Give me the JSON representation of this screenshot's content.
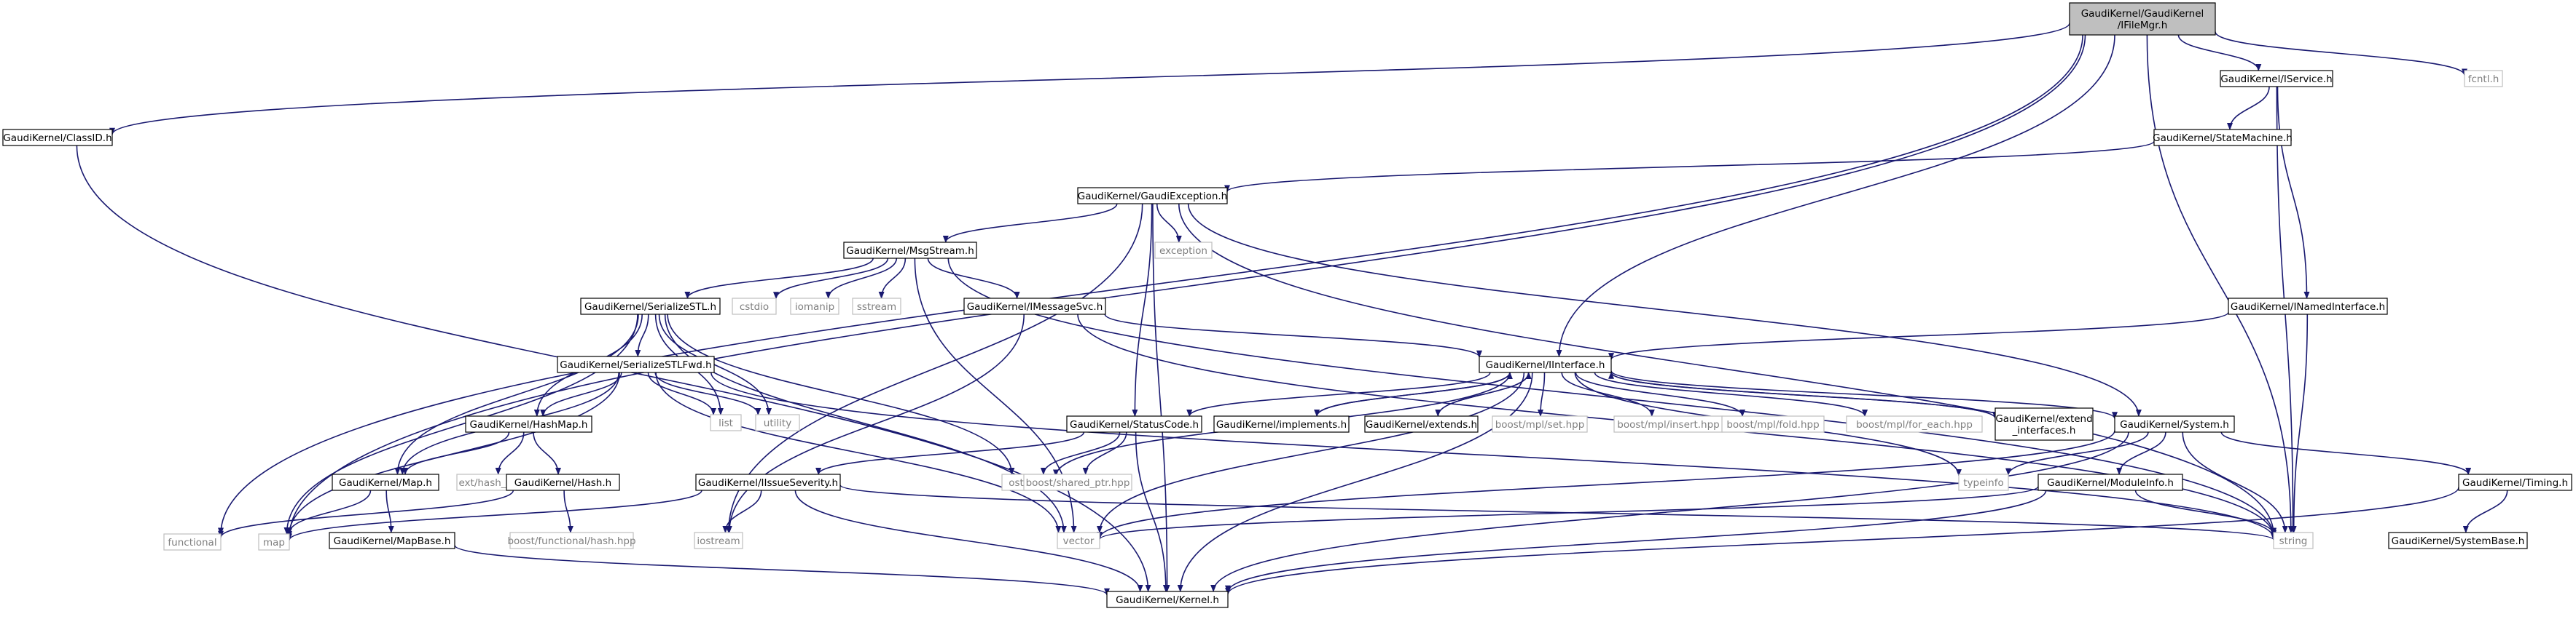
{
  "graph": {
    "nodes": [
      {
        "id": "root",
        "lines": [
          "GaudiKernel/GaudiKernel",
          "/IFileMgr.h"
        ],
        "kind": "root"
      },
      {
        "id": "classid",
        "lines": [
          "GaudiKernel/ClassID.h"
        ],
        "kind": "internal"
      },
      {
        "id": "functional",
        "lines": [
          "functional"
        ],
        "kind": "external"
      },
      {
        "id": "map",
        "lines": [
          "map"
        ],
        "kind": "external"
      },
      {
        "id": "iservice",
        "lines": [
          "GaudiKernel/IService.h"
        ],
        "kind": "internal"
      },
      {
        "id": "fcntl",
        "lines": [
          "fcntl.h"
        ],
        "kind": "external"
      },
      {
        "id": "statemachine",
        "lines": [
          "GaudiKernel/StateMachine.h"
        ],
        "kind": "internal"
      },
      {
        "id": "gaudiexception",
        "lines": [
          "GaudiKernel/GaudiException.h"
        ],
        "kind": "internal"
      },
      {
        "id": "exception",
        "lines": [
          "exception"
        ],
        "kind": "external"
      },
      {
        "id": "msgstream",
        "lines": [
          "GaudiKernel/MsgStream.h"
        ],
        "kind": "internal"
      },
      {
        "id": "inamedinterface",
        "lines": [
          "GaudiKernel/INamedInterface.h"
        ],
        "kind": "internal"
      },
      {
        "id": "serializestl",
        "lines": [
          "GaudiKernel/SerializeSTL.h"
        ],
        "kind": "internal"
      },
      {
        "id": "cstdio",
        "lines": [
          "cstdio"
        ],
        "kind": "external"
      },
      {
        "id": "iomanip",
        "lines": [
          "iomanip"
        ],
        "kind": "external"
      },
      {
        "id": "sstream",
        "lines": [
          "sstream"
        ],
        "kind": "external"
      },
      {
        "id": "imessagesvc",
        "lines": [
          "GaudiKernel/IMessageSvc.h"
        ],
        "kind": "internal"
      },
      {
        "id": "serializestlfwd",
        "lines": [
          "GaudiKernel/SerializeSTLFwd.h"
        ],
        "kind": "internal"
      },
      {
        "id": "iinterface",
        "lines": [
          "GaudiKernel/IInterface.h"
        ],
        "kind": "internal"
      },
      {
        "id": "list",
        "lines": [
          "list"
        ],
        "kind": "external"
      },
      {
        "id": "utility",
        "lines": [
          "utility"
        ],
        "kind": "external"
      },
      {
        "id": "hashmap",
        "lines": [
          "GaudiKernel/HashMap.h"
        ],
        "kind": "internal"
      },
      {
        "id": "statuscode",
        "lines": [
          "GaudiKernel/StatusCode.h"
        ],
        "kind": "internal"
      },
      {
        "id": "implements",
        "lines": [
          "GaudiKernel/implements.h"
        ],
        "kind": "internal"
      },
      {
        "id": "extends",
        "lines": [
          "GaudiKernel/extends.h"
        ],
        "kind": "internal"
      },
      {
        "id": "mplset",
        "lines": [
          "boost/mpl/set.hpp"
        ],
        "kind": "external"
      },
      {
        "id": "mplinsert",
        "lines": [
          "boost/mpl/insert.hpp"
        ],
        "kind": "external"
      },
      {
        "id": "mplfold",
        "lines": [
          "boost/mpl/fold.hpp"
        ],
        "kind": "external"
      },
      {
        "id": "mplforeach",
        "lines": [
          "boost/mpl/for_each.hpp"
        ],
        "kind": "external"
      },
      {
        "id": "extendinterfaces",
        "lines": [
          "GaudiKernel/extend",
          "_interfaces.h"
        ],
        "kind": "internal"
      },
      {
        "id": "system",
        "lines": [
          "GaudiKernel/System.h"
        ],
        "kind": "internal"
      },
      {
        "id": "map_h",
        "lines": [
          "GaudiKernel/Map.h"
        ],
        "kind": "internal"
      },
      {
        "id": "exthashmap",
        "lines": [
          "ext/hash_map"
        ],
        "kind": "external"
      },
      {
        "id": "hash_h",
        "lines": [
          "GaudiKernel/Hash.h"
        ],
        "kind": "internal"
      },
      {
        "id": "ostream",
        "lines": [
          "ostream"
        ],
        "kind": "external"
      },
      {
        "id": "sharedptr",
        "lines": [
          "boost/shared_ptr.hpp"
        ],
        "kind": "external"
      },
      {
        "id": "iissueseverity",
        "lines": [
          "GaudiKernel/IIssueSeverity.h"
        ],
        "kind": "internal"
      },
      {
        "id": "typeinfo",
        "lines": [
          "typeinfo"
        ],
        "kind": "external"
      },
      {
        "id": "moduleinfo",
        "lines": [
          "GaudiKernel/ModuleInfo.h"
        ],
        "kind": "internal"
      },
      {
        "id": "timing",
        "lines": [
          "GaudiKernel/Timing.h"
        ],
        "kind": "internal"
      },
      {
        "id": "string",
        "lines": [
          "string"
        ],
        "kind": "external"
      },
      {
        "id": "vector",
        "lines": [
          "vector"
        ],
        "kind": "external"
      },
      {
        "id": "iostream",
        "lines": [
          "iostream"
        ],
        "kind": "external"
      },
      {
        "id": "mapbase",
        "lines": [
          "GaudiKernel/MapBase.h"
        ],
        "kind": "internal"
      },
      {
        "id": "boosthash",
        "lines": [
          "boost/functional/hash.hpp"
        ],
        "kind": "external"
      },
      {
        "id": "systembase",
        "lines": [
          "GaudiKernel/SystemBase.h"
        ],
        "kind": "internal"
      },
      {
        "id": "kernel",
        "lines": [
          "GaudiKernel/Kernel.h"
        ],
        "kind": "internal"
      }
    ],
    "edges": [
      [
        "root",
        "classid"
      ],
      [
        "root",
        "functional"
      ],
      [
        "root",
        "map"
      ],
      [
        "root",
        "iservice"
      ],
      [
        "root",
        "fcntl"
      ],
      [
        "root",
        "string"
      ],
      [
        "root",
        "iinterface"
      ],
      [
        "classid",
        "kernel"
      ],
      [
        "iservice",
        "statemachine"
      ],
      [
        "iservice",
        "inamedinterface"
      ],
      [
        "iservice",
        "string"
      ],
      [
        "statemachine",
        "gaudiexception"
      ],
      [
        "gaudiexception",
        "exception"
      ],
      [
        "gaudiexception",
        "msgstream"
      ],
      [
        "gaudiexception",
        "statuscode"
      ],
      [
        "gaudiexception",
        "system"
      ],
      [
        "gaudiexception",
        "kernel"
      ],
      [
        "gaudiexception",
        "string"
      ],
      [
        "gaudiexception",
        "iostream"
      ],
      [
        "msgstream",
        "serializestl"
      ],
      [
        "msgstream",
        "cstdio"
      ],
      [
        "msgstream",
        "iomanip"
      ],
      [
        "msgstream",
        "sstream"
      ],
      [
        "msgstream",
        "imessagesvc"
      ],
      [
        "msgstream",
        "vector"
      ],
      [
        "msgstream",
        "string"
      ],
      [
        "inamedinterface",
        "iinterface"
      ],
      [
        "inamedinterface",
        "string"
      ],
      [
        "serializestl",
        "serializestlfwd"
      ],
      [
        "serializestl",
        "list"
      ],
      [
        "serializestl",
        "utility"
      ],
      [
        "serializestl",
        "hashmap"
      ],
      [
        "serializestl",
        "map_h"
      ],
      [
        "serializestl",
        "map"
      ],
      [
        "serializestl",
        "ostream"
      ],
      [
        "serializestl",
        "vector"
      ],
      [
        "imessagesvc",
        "iinterface"
      ],
      [
        "imessagesvc",
        "iostream"
      ],
      [
        "imessagesvc",
        "string"
      ],
      [
        "serializestlfwd",
        "list"
      ],
      [
        "serializestlfwd",
        "utility"
      ],
      [
        "serializestlfwd",
        "hashmap"
      ],
      [
        "serializestlfwd",
        "map_h"
      ],
      [
        "serializestlfwd",
        "map"
      ],
      [
        "serializestlfwd",
        "string"
      ],
      [
        "serializestlfwd",
        "vector"
      ],
      [
        "iinterface",
        "statuscode"
      ],
      [
        "iinterface",
        "implements"
      ],
      [
        "iinterface",
        "extends"
      ],
      [
        "iinterface",
        "mplset"
      ],
      [
        "iinterface",
        "mplinsert"
      ],
      [
        "iinterface",
        "mplfold"
      ],
      [
        "iinterface",
        "mplforeach"
      ],
      [
        "iinterface",
        "extendinterfaces"
      ],
      [
        "iinterface",
        "system"
      ],
      [
        "iinterface",
        "ostream"
      ],
      [
        "iinterface",
        "typeinfo"
      ],
      [
        "iinterface",
        "kernel"
      ],
      [
        "iinterface",
        "vector"
      ],
      [
        "implements",
        "iinterface"
      ],
      [
        "extends",
        "iinterface"
      ],
      [
        "extendinterfaces",
        "iinterface"
      ],
      [
        "hashmap",
        "map_h"
      ],
      [
        "hashmap",
        "exthashmap"
      ],
      [
        "hashmap",
        "hash_h"
      ],
      [
        "hash_h",
        "functional"
      ],
      [
        "hash_h",
        "boosthash"
      ],
      [
        "map_h",
        "map"
      ],
      [
        "map_h",
        "mapbase"
      ],
      [
        "mapbase",
        "kernel"
      ],
      [
        "statuscode",
        "ostream"
      ],
      [
        "statuscode",
        "sharedptr"
      ],
      [
        "statuscode",
        "iissueseverity"
      ],
      [
        "statuscode",
        "kernel"
      ],
      [
        "iissueseverity",
        "iostream"
      ],
      [
        "iissueseverity",
        "string"
      ],
      [
        "iissueseverity",
        "kernel"
      ],
      [
        "iissueseverity",
        "map"
      ],
      [
        "system",
        "moduleinfo"
      ],
      [
        "system",
        "timing"
      ],
      [
        "system",
        "typeinfo"
      ],
      [
        "system",
        "string"
      ],
      [
        "system",
        "vector"
      ],
      [
        "system",
        "kernel"
      ],
      [
        "moduleinfo",
        "string"
      ],
      [
        "moduleinfo",
        "vector"
      ],
      [
        "moduleinfo",
        "kernel"
      ],
      [
        "timing",
        "systembase"
      ],
      [
        "timing",
        "kernel"
      ]
    ]
  }
}
